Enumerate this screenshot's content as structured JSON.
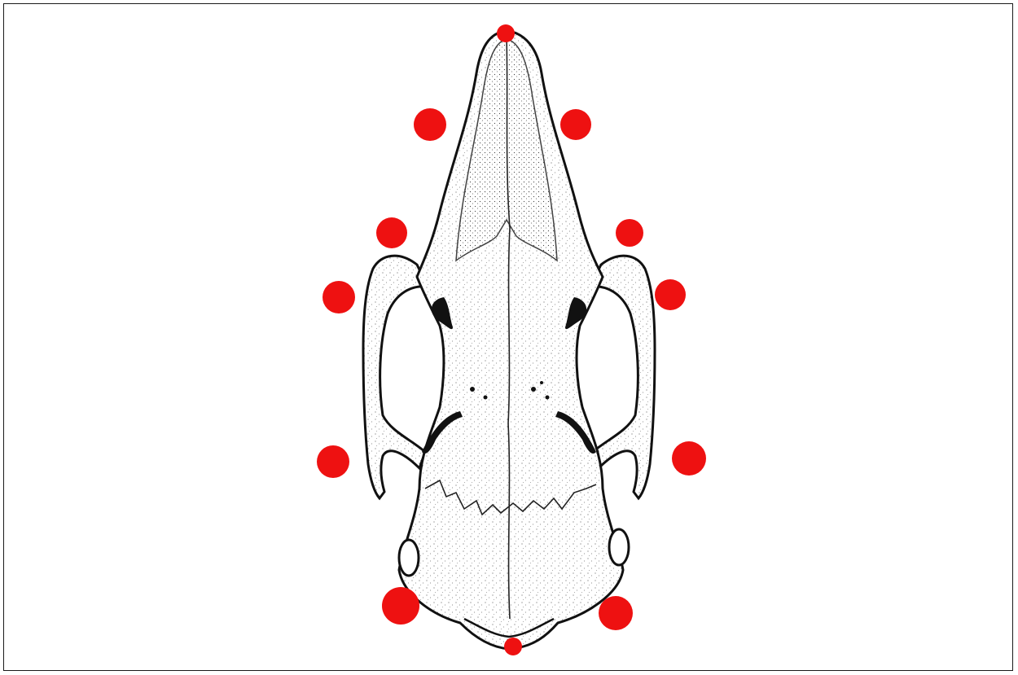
{
  "figure": {
    "subject": "skull-dorsal-view-illustration",
    "colors": {
      "landmark": "#ee1111",
      "ink": "#111111",
      "bone": "#ffffff",
      "frame": "#1a1a1a",
      "background": "#ffffff"
    },
    "landmarks": [
      {
        "id": "landmark-snout-tip"
      },
      {
        "id": "landmark-rostrum-left"
      },
      {
        "id": "landmark-rostrum-right"
      },
      {
        "id": "landmark-orbit-front-left"
      },
      {
        "id": "landmark-orbit-front-right"
      },
      {
        "id": "landmark-zygomatic-front-left"
      },
      {
        "id": "landmark-zygomatic-front-right"
      },
      {
        "id": "landmark-zygomatic-rear-left"
      },
      {
        "id": "landmark-zygomatic-rear-right"
      },
      {
        "id": "landmark-occipital-left"
      },
      {
        "id": "landmark-occipital-right"
      },
      {
        "id": "landmark-occipital-tip"
      }
    ]
  }
}
